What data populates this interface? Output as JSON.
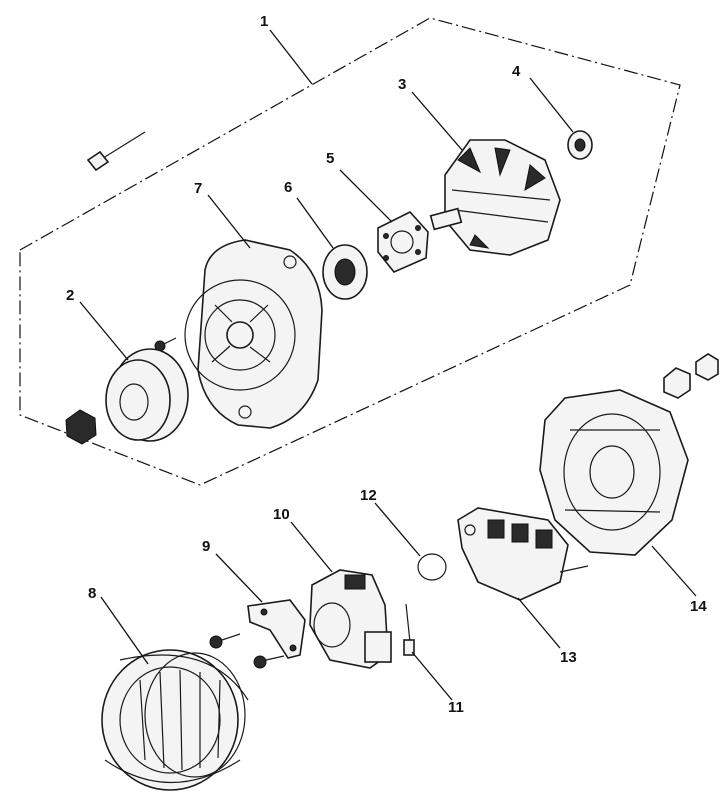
{
  "callouts": {
    "c1": "1",
    "c2": "2",
    "c3": "3",
    "c4": "4",
    "c5": "5",
    "c6": "6",
    "c7": "7",
    "c8": "8",
    "c9": "9",
    "c10": "10",
    "c11": "11",
    "c12": "12",
    "c13": "13",
    "c14": "14"
  },
  "colors": {
    "line": "#1a1a1a",
    "fill": "#f4f4f4",
    "background": "#ffffff"
  }
}
